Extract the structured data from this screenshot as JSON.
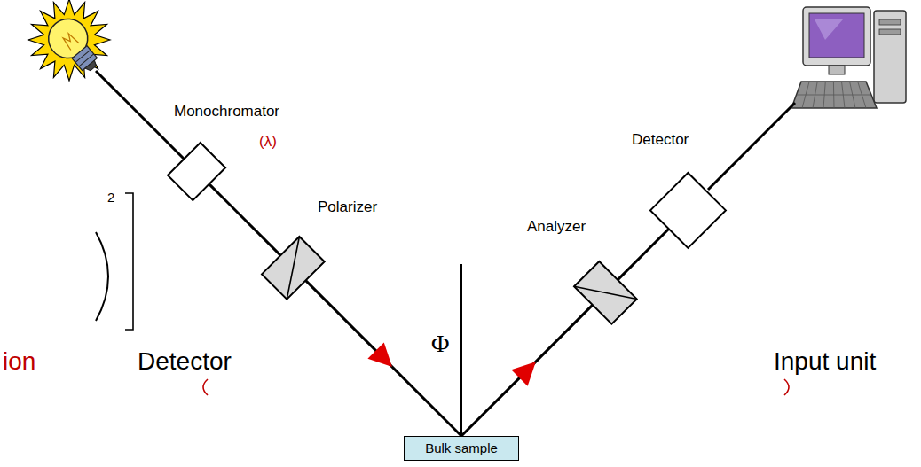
{
  "diagram": {
    "nodes": [
      {
        "text": [
          "Monochromator",
          "(λ)"
        ]
      },
      {
        "text": [
          "Polarizer"
        ]
      },
      {
        "text": [
          "Bulk sample"
        ]
      },
      {
        "text": [
          "Analyzer"
        ]
      },
      {
        "text": [
          "Detector"
        ]
      }
    ],
    "edges": [
      {
        "from": 0,
        "to": 1,
        "arrow": "none"
      },
      {
        "from": 1,
        "to": 2,
        "arrow": "to"
      },
      {
        "from": 2,
        "to": 3,
        "arrow": "to"
      },
      {
        "from": 3,
        "to": 4,
        "arrow": "none"
      }
    ],
    "labels": [
      "2",
      "Φ",
      "ion",
      "Detector",
      "Input unit"
    ]
  }
}
